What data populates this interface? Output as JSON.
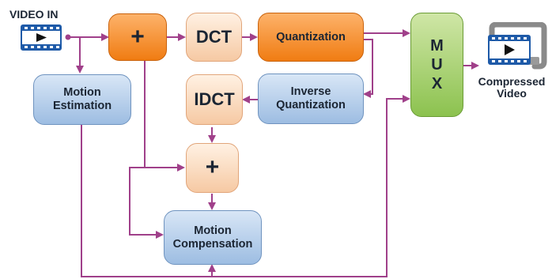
{
  "input_label": "VIDEO IN",
  "blocks": {
    "adder_top": "+",
    "dct": "DCT",
    "quantization": "Quantization",
    "mux": [
      "M",
      "U",
      "X"
    ],
    "motion_estimation": "Motion\nEstimation",
    "inverse_quantization": "Inverse\nQuantization",
    "idct": "IDCT",
    "adder_bottom": "+",
    "motion_compensation": "Motion\nCompensation"
  },
  "output_label": "Compressed\nVideo",
  "colors": {
    "arrow": "#a0408a",
    "orange": "#f07c12",
    "peach": "#f6c9a3",
    "blue": "#9dbde2",
    "green": "#8cc24f"
  },
  "icons": [
    "film-icon",
    "compressed-film-icon",
    "play-icon"
  ]
}
